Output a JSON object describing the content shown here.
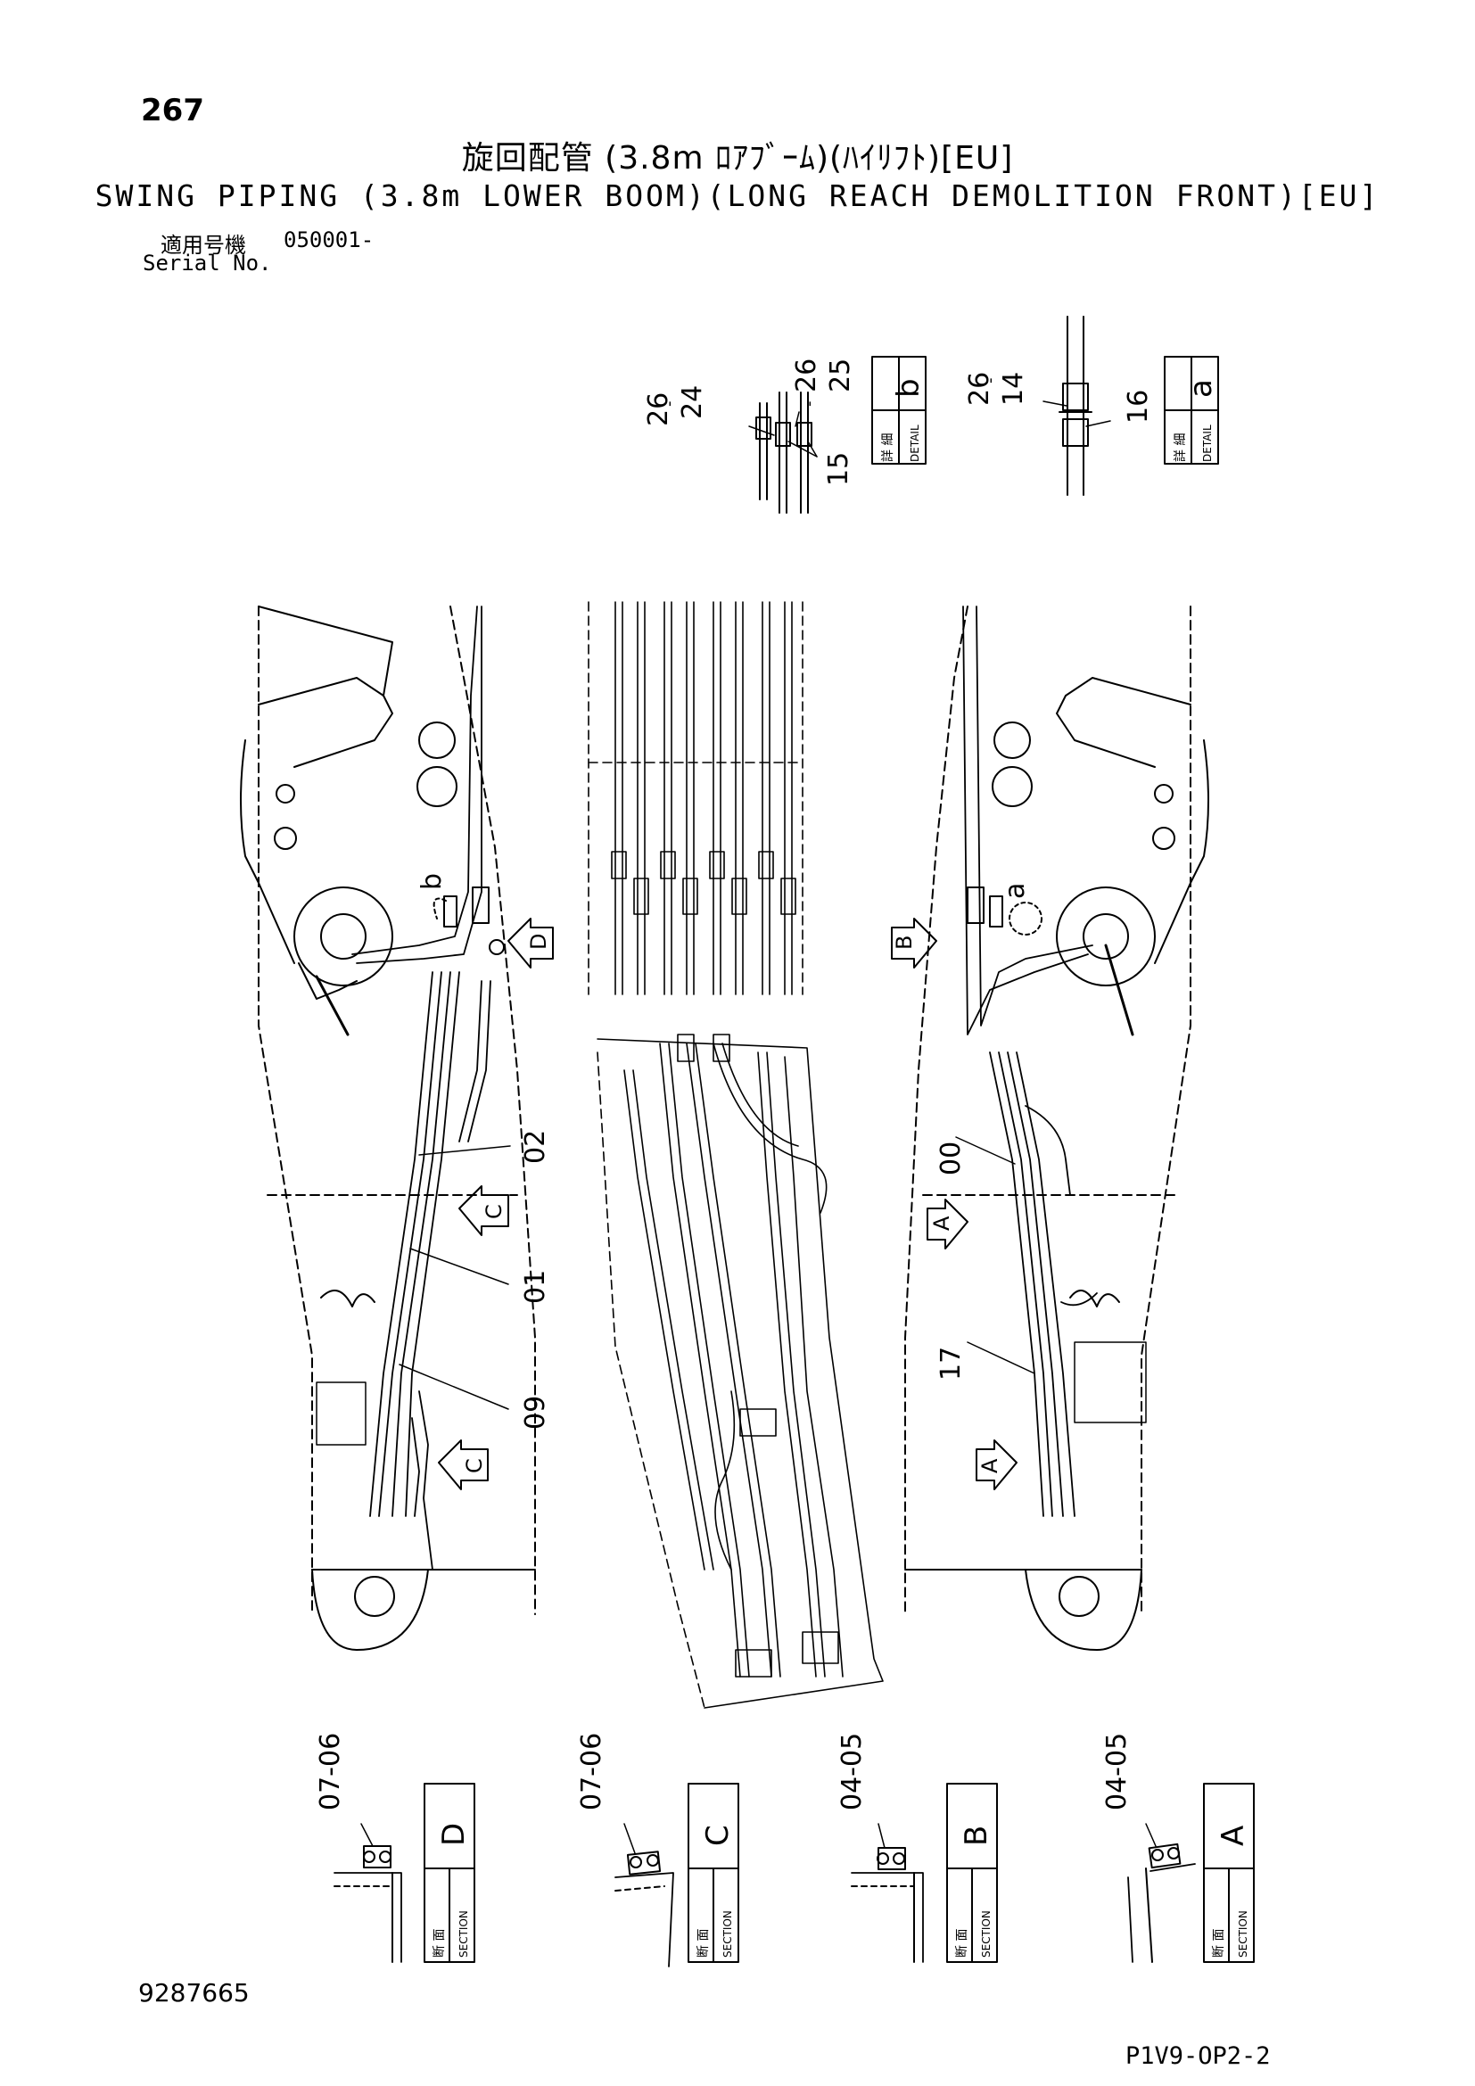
{
  "header": {
    "page_number": "267",
    "title_jp": "旋回配管 (3.8m ﾛｱﾌﾞｰﾑ)(ﾊｲﾘﾌﾄ)[EU]",
    "title_en": "SWING PIPING (3.8m LOWER BOOM)(LONG REACH DEMOLITION FRONT)[EU]",
    "serial_label_jp": "適用号機",
    "serial_value": "050001-",
    "serial_label_en": "Serial No."
  },
  "details": [
    {
      "letter": "b",
      "label_jp": "詳 細",
      "label_en": "DETAIL",
      "callouts": [
        "26",
        "24",
        "26",
        "25",
        "15"
      ]
    },
    {
      "letter": "a",
      "label_jp": "詳 細",
      "label_en": "DETAIL",
      "callouts": [
        "26",
        "14",
        "16"
      ]
    }
  ],
  "left_view": {
    "callouts": [
      "02",
      "01",
      "09"
    ],
    "markers": [
      "b",
      "D",
      "C",
      "C"
    ]
  },
  "right_view": {
    "callouts": [
      "00",
      "17"
    ],
    "markers": [
      "a",
      "B",
      "A",
      "A"
    ]
  },
  "sections": [
    {
      "letter": "D",
      "label_jp": "断 面",
      "label_en": "SECTION",
      "callout": "07-06"
    },
    {
      "letter": "C",
      "label_jp": "断 面",
      "label_en": "SECTION",
      "callout": "07-06"
    },
    {
      "letter": "B",
      "label_jp": "断 面",
      "label_en": "SECTION",
      "callout": "04-05"
    },
    {
      "letter": "A",
      "label_jp": "断 面",
      "label_en": "SECTION",
      "callout": "04-05"
    }
  ],
  "footer": {
    "doc_number": "9287665",
    "page_code": "P1V9-OP2-2"
  }
}
